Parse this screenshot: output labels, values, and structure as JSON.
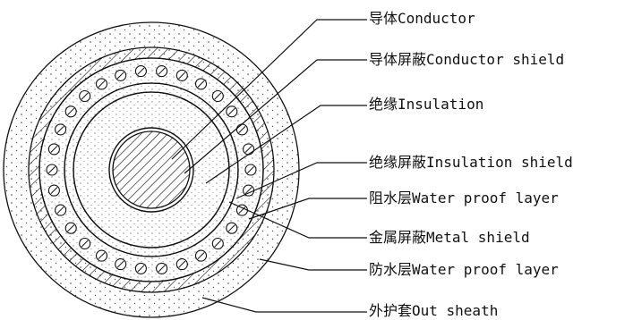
{
  "diagram": {
    "labels": [
      "导体Conductor",
      "导体屏蔽Conductor shield",
      "绝缘Insulation",
      "绝缘屏蔽Insulation shield",
      "阻水层Water proof layer",
      "金属屏蔽Metal shield",
      "防水层Water proof layer",
      "外护套Out sheath"
    ]
  }
}
